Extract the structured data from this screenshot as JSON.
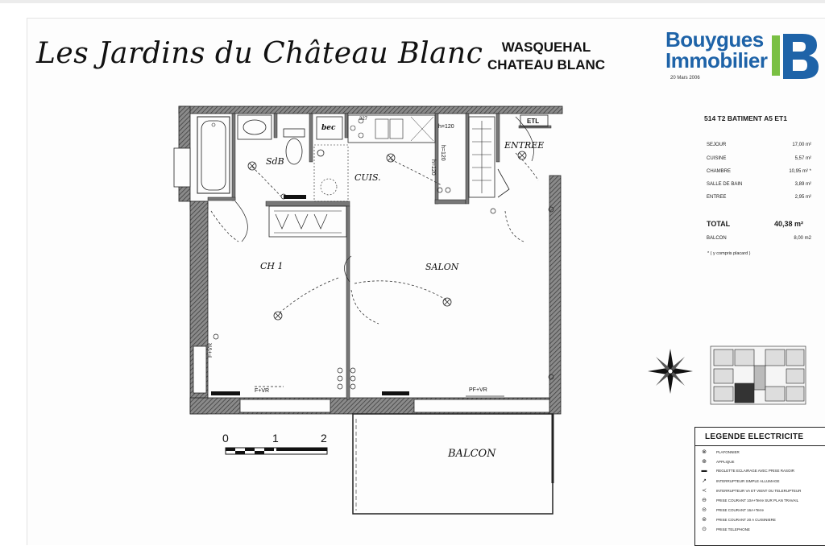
{
  "header": {
    "title": "Les Jardins du Château Blanc",
    "location_line1": "WASQUEHAL",
    "location_line2": "CHATEAU BLANC"
  },
  "logo": {
    "line1": "Bouygues",
    "line2": "Immobilier",
    "date": "20 Mars 2006",
    "color": "#1e63a8",
    "accent": "#7ac043"
  },
  "specs": {
    "heading": "514 T2 BATIMENT A5 ET1",
    "rooms": [
      {
        "label": "SEJOUR",
        "value": "17,00 m²"
      },
      {
        "label": "CUISINE",
        "value": "5,57 m²"
      },
      {
        "label": "CHAMBRE",
        "value": "10,95 m² *"
      },
      {
        "label": "SALLE DE BAIN",
        "value": "3,89 m²"
      },
      {
        "label": "ENTREE",
        "value": "2,95 m²"
      }
    ],
    "total_label": "TOTAL",
    "total_value": "40,38 m²",
    "balcon_label": "BALCON",
    "balcon_value": "8,00 m2",
    "note": "* ( y compris placard )"
  },
  "plan_labels": {
    "sdb": "SdB",
    "bec": "bec",
    "cuis": "CUIS.",
    "entree": "ENTREE",
    "etl": "ETL",
    "ch1": "CH 1",
    "salon": "SALON",
    "balcon": "BALCON",
    "fvr_left": "F+VR",
    "fvr_bottom": "F+VR",
    "pfvr": "PF+VR",
    "h120_a": "h=120",
    "h120_b": "h=120",
    "h120_c": "h=120",
    "ref_327": "327"
  },
  "scale": {
    "ticks": [
      "0",
      "1",
      "2"
    ]
  },
  "legend": {
    "title": "LEGENDE ELECTRICITE",
    "items": [
      "PLAFONNIER",
      "APPLIQUE",
      "REGLETTE ECLAIRAGE AVEC PRISE RASOIR",
      "INTERRUPTEUR SIMPLE ALLUMAGE",
      "INTERRUPTEUR VA ET VIENT OU TELERUPTEUR",
      "PRISE COURANT 10A+Terre SUR PLAN TRAVAIL",
      "PRISE COURANT 16A+Terre",
      "PRISE COURANT 20 A CUISINIERE",
      "PRISE TELEPHONE"
    ]
  }
}
